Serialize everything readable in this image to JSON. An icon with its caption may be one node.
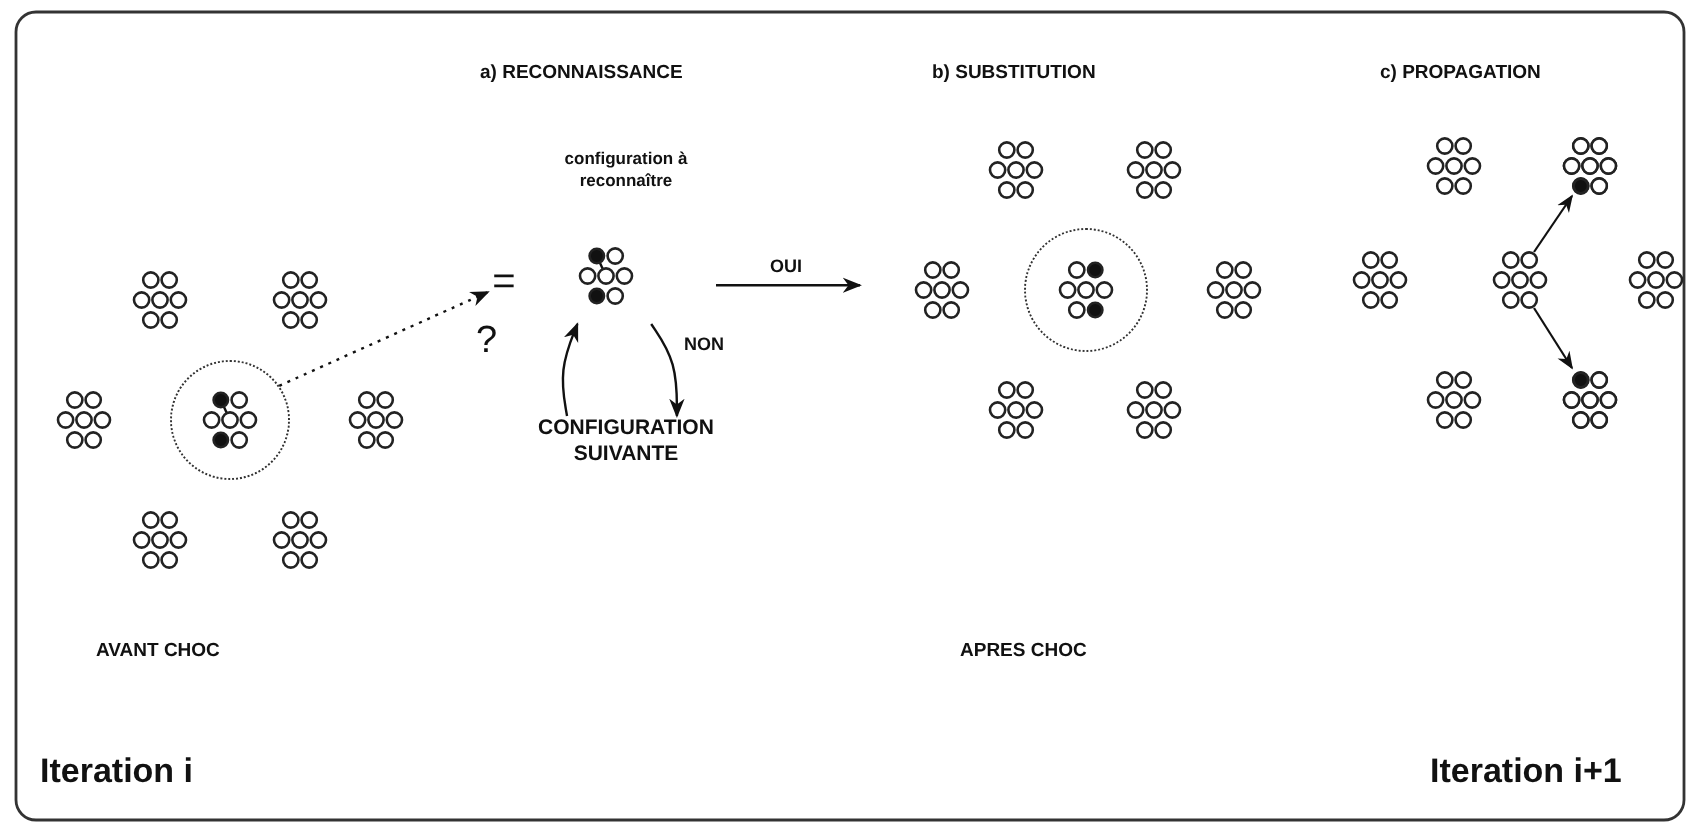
{
  "diagram": {
    "nodes": [
      {
        "text": [],
        "shape": "circle"
      },
      {
        "text": [
          "="
        ]
      },
      {
        "text": [
          "configuration à reconnaître"
        ]
      },
      {
        "text": [
          "CONFIGURATION SUIVANTE"
        ]
      },
      {
        "text": [],
        "shape": "circle"
      }
    ],
    "edges": [
      {
        "from": 0,
        "to": 1,
        "arrow": "to",
        "style": "dashed"
      },
      {
        "from": 2,
        "to": 3,
        "arrow": "to",
        "label": "NON"
      },
      {
        "from": 3,
        "to": 2,
        "arrow": "to"
      },
      {
        "from": 2,
        "to": null,
        "arrow": "to",
        "label": "OUI"
      }
    ],
    "labels": [
      "a) RECONNAISSANCE",
      "b) SUBSTITUTION",
      "c) PROPAGATION",
      "?",
      "AVANT CHOC",
      "APRES CHOC",
      "Iteration i",
      "Iteration i+1"
    ]
  }
}
